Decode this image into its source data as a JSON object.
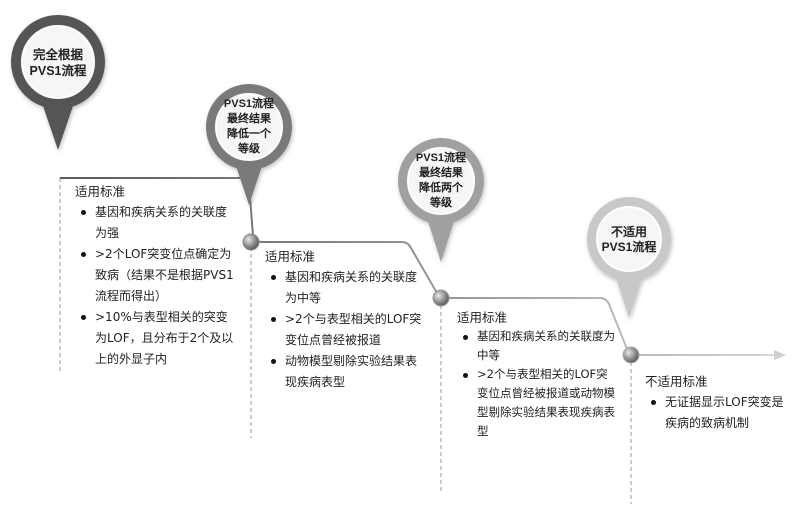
{
  "stages": [
    {
      "pin_lines": [
        "完全根据",
        "PVS1流程"
      ],
      "criteria_title": "适用标准",
      "items": [
        "基因和疾病关系的关联度为强",
        ">2个LOF突变位点确定为致病（结果不是根据PVS1流程而得出）",
        ">10%与表型相关的突变为LOF，且分布于2个及以上的外显子内"
      ]
    },
    {
      "pin_lines": [
        "PVS1流程",
        "最终结果",
        "降低一个",
        "等级"
      ],
      "criteria_title": "适用标准",
      "items": [
        "基因和疾病关系的关联度为中等",
        ">2个与表型相关的LOF突变位点曾经被报道",
        "动物模型剔除实验结果表现疾病表型"
      ]
    },
    {
      "pin_lines": [
        "PVS1流程",
        "最终结果",
        "降低两个",
        "等级"
      ],
      "criteria_title": "适用标准",
      "items": [
        "基因和疾病关系的关联度为中等",
        ">2个与表型相关的LOF突变位点曾经被报道或动物模型剔除实验结果表现疾病表型"
      ]
    },
    {
      "pin_lines": [
        "不适用",
        "PVS1流程"
      ],
      "criteria_title": "不适用标准",
      "items": [
        "无证据显示LOF突变是疾病的致病机制"
      ]
    }
  ],
  "colors": {
    "stage1_ring": "#555555",
    "stage2_ring": "#7a7a7a",
    "stage3_ring": "#a0a0a0",
    "stage4_ring": "#c8c8c8",
    "line_dark": "#666666",
    "line_light": "#d0d0d0"
  }
}
